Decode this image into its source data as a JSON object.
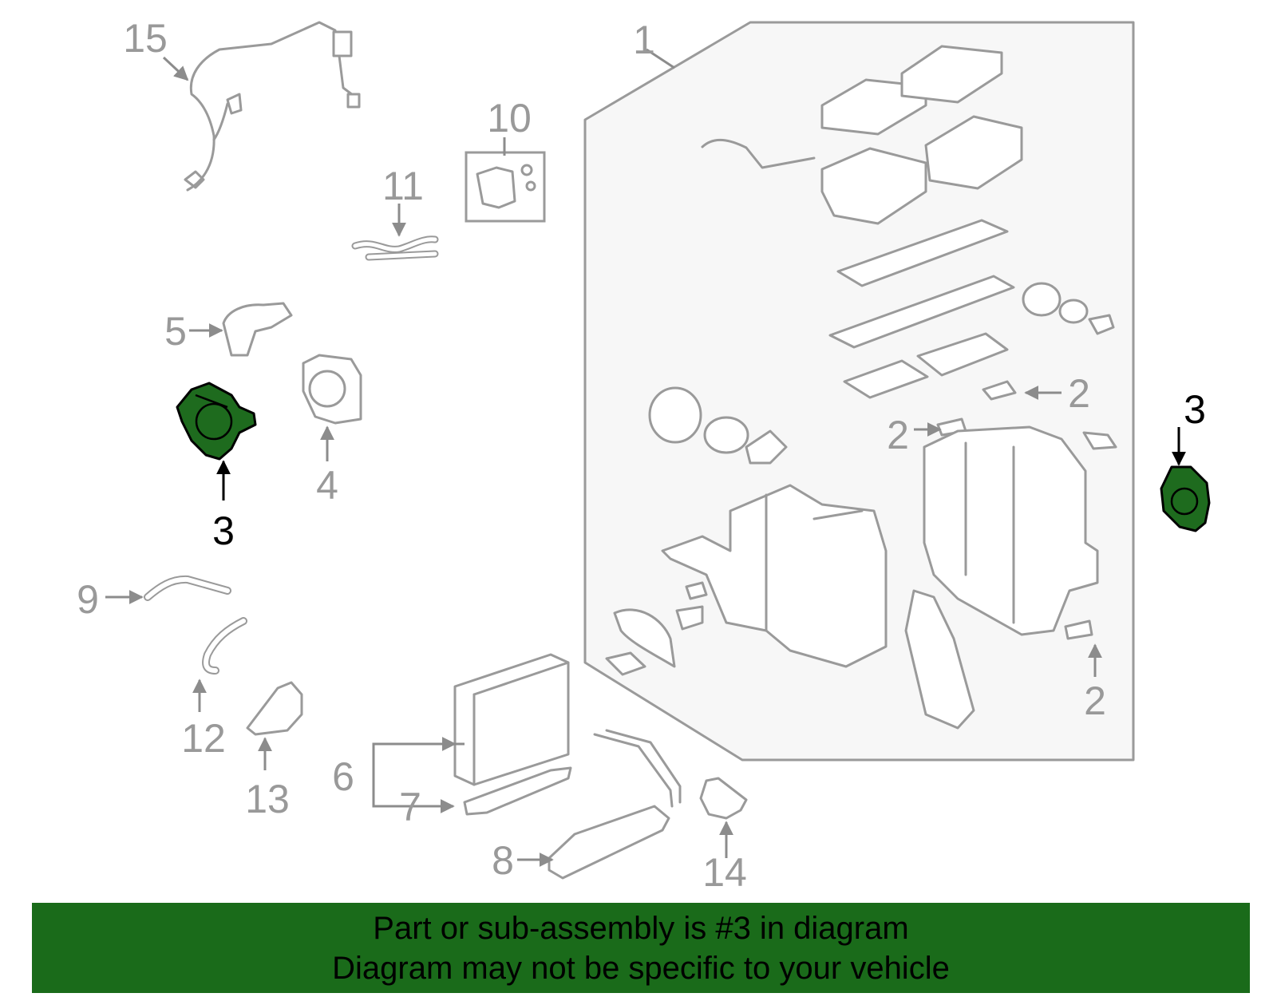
{
  "diagram": {
    "callouts": {
      "c1": "1",
      "c2a": "2",
      "c2b": "2",
      "c2c": "2",
      "c3a": "3",
      "c3b": "3",
      "c4": "4",
      "c5": "5",
      "c6": "6",
      "c7": "7",
      "c8": "8",
      "c9": "9",
      "c10": "10",
      "c11": "11",
      "c12": "12",
      "c13": "13",
      "c14": "14",
      "c15": "15"
    },
    "highlight_color": "#1e6b1e",
    "outline_color": "#9a9a9a"
  },
  "footer": {
    "line1": "Part or sub-assembly is #3 in diagram",
    "line2": "Diagram may not be specific to your vehicle",
    "background": "#1a6b1a"
  }
}
